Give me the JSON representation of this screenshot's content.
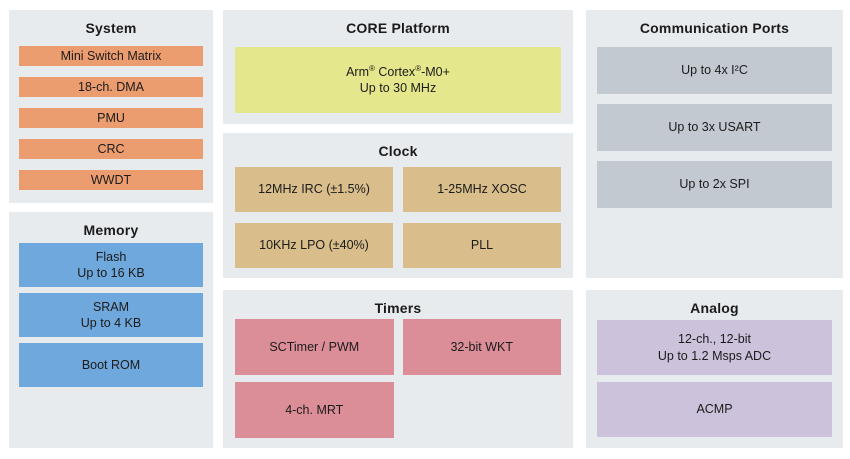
{
  "system": {
    "title": "System",
    "items": [
      "Mini Switch Matrix",
      "18-ch. DMA",
      "PMU",
      "CRC",
      "WWDT"
    ]
  },
  "memory": {
    "title": "Memory",
    "items": [
      {
        "line1": "Flash",
        "line2": "Up to 16 KB"
      },
      {
        "line1": "SRAM",
        "line2": "Up to 4 KB"
      },
      {
        "line1": "Boot ROM",
        "line2": ""
      }
    ]
  },
  "core": {
    "title": "CORE Platform",
    "block": {
      "name_parts": [
        "Arm",
        "®",
        " Cortex",
        "®",
        "-M0+"
      ],
      "line2": "Up to 30 MHz"
    }
  },
  "clock": {
    "title": "Clock",
    "items": [
      "12MHz IRC (±1.5%)",
      "1-25MHz XOSC",
      "10KHz LPO (±40%)",
      "PLL"
    ]
  },
  "timers": {
    "title": "Timers",
    "items": [
      "SCTimer / PWM",
      "32-bit WKT",
      "4-ch. MRT"
    ]
  },
  "comm": {
    "title": "Communication Ports",
    "items": [
      "Up to 4x I²C",
      "Up to 3x USART",
      "Up to 2x SPI"
    ]
  },
  "analog": {
    "title": "Analog",
    "items": [
      {
        "line1": "12-ch., 12-bit",
        "line2": "Up to 1.2 Msps ADC"
      },
      {
        "line1": "ACMP",
        "line2": ""
      }
    ]
  },
  "colors": {
    "panel_bg": "#e8ebed",
    "system_block": "#ec9d70",
    "memory_block": "#6fa8dc",
    "core_block": "#e5e78c",
    "clock_block": "#d9be8c",
    "timers_block": "#db8e98",
    "comm_block": "#c3c9d1",
    "analog_block": "#ccc2dc",
    "text": "#1b1b1b"
  }
}
